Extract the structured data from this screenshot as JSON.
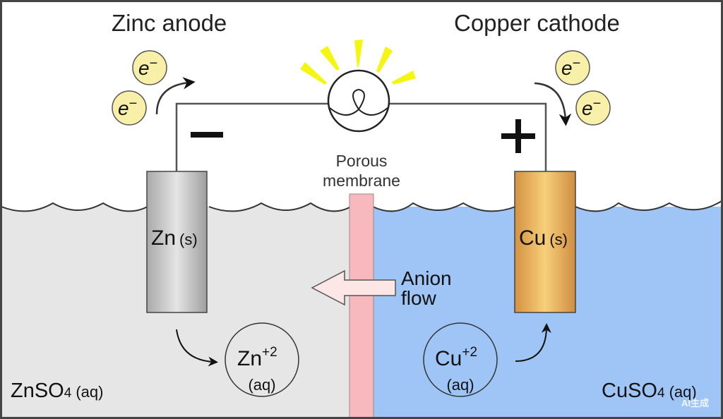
{
  "diagram": {
    "title": "Galvanic (Daniell) cell",
    "anode": {
      "title": "Zinc anode",
      "electrode_label": "Zn",
      "electrode_state": "(s)",
      "terminal_sign": "−",
      "solution_formula_main": "ZnSO",
      "solution_formula_sub": "4",
      "solution_state": "(aq)",
      "ion_symbol": "Zn",
      "ion_charge": "+2",
      "ion_state": "(aq)"
    },
    "cathode": {
      "title": "Copper cathode",
      "electrode_label": "Cu",
      "electrode_state": "(s)",
      "terminal_sign": "+",
      "solution_formula_main": "CuSO",
      "solution_formula_sub": "4",
      "solution_state": "(aq)",
      "ion_symbol": "Cu",
      "ion_charge": "+2",
      "ion_state": "(aq)"
    },
    "membrane": {
      "label_line1": "Porous",
      "label_line2": "membrane"
    },
    "anion_flow": {
      "label_line1": "Anion",
      "label_line2": "flow"
    },
    "electron": {
      "symbol": "e",
      "charge": "−"
    },
    "icons": {
      "bulb": "light-bulb-icon",
      "electron": "electron-icon",
      "arrow": "curved-arrow-icon",
      "anion_arrow": "left-block-arrow-icon"
    },
    "colors": {
      "zinc_solution": "#e6e6e6",
      "copper_solution": "#9fc5f6",
      "membrane": "#f7b8be",
      "zinc_electrode": "#b9b9b9",
      "copper_electrode": "#dca24f",
      "electron_fill": "#f8f0a8",
      "light_rays": "#f5f512",
      "anion_arrow_fill": "#fde6e6"
    },
    "watermark": "AI生成"
  }
}
